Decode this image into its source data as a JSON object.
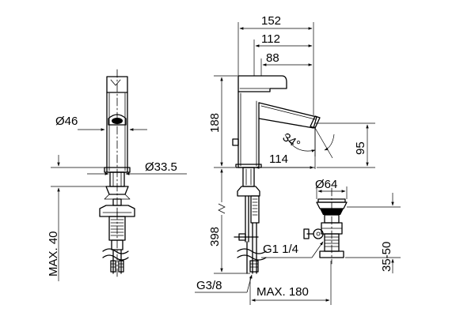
{
  "dimensions": {
    "total_length": "152",
    "spout_reach_mid": "112",
    "spout_reach_inner": "88",
    "height": "188",
    "spout_angle": "34°",
    "outlet_height": "95",
    "outlet_reach": "114",
    "base_diameter": "Ø46",
    "shank_diameter": "Ø33.5",
    "max_deck_thickness": "MAX. 40",
    "hose_length": "398",
    "waste_thread": "G1 1/4",
    "supply_thread": "G3/8",
    "max_drain_distance": "MAX. 180",
    "waste_plug_diameter": "Ø64",
    "waste_range": "35-50"
  }
}
